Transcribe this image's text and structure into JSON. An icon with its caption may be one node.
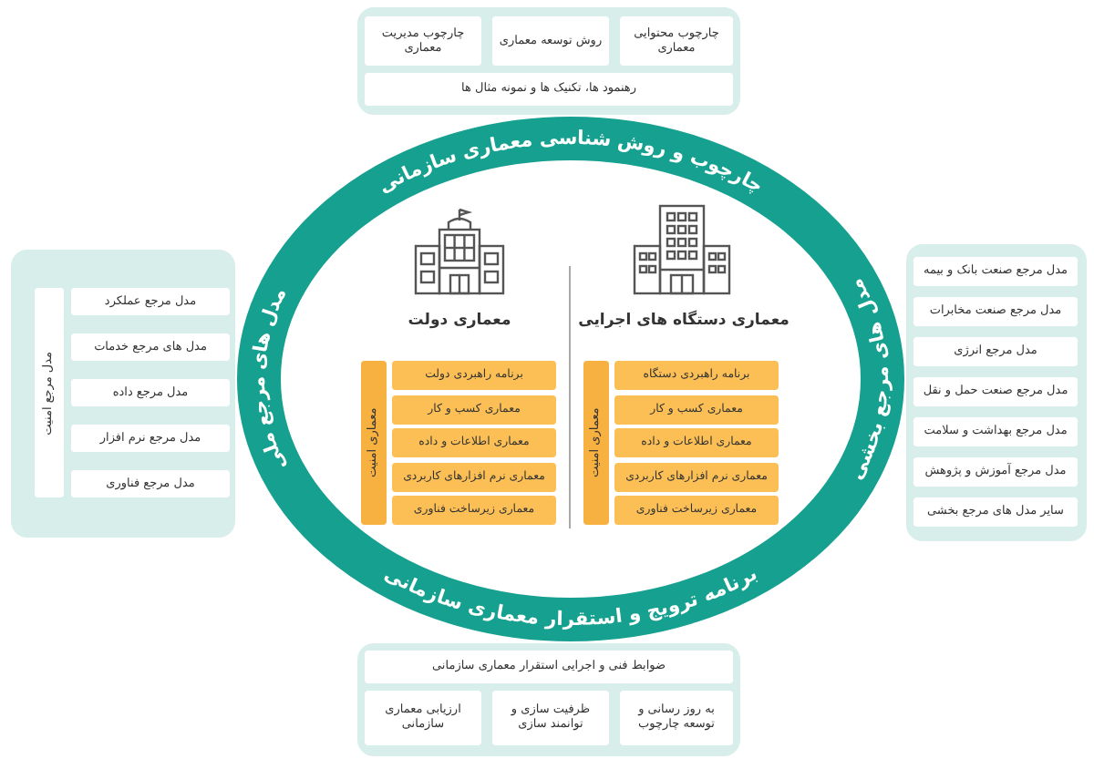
{
  "diagram": {
    "nodes": [
      {
        "text": [],
        "shape": "box"
      },
      {
        "text": [
          "چارچوب محتوایی معماری"
        ],
        "in": 0
      },
      {
        "text": [
          "روش توسعه معماری"
        ],
        "in": 0
      },
      {
        "text": [
          "چارچوب مدیریت معماری"
        ],
        "in": 0
      },
      {
        "text": [
          "رهنمود ها، تکنیک ها و نمونه مثال ها"
        ],
        "in": 0
      },
      {
        "text": [
          "چارچوب و روش شناسی معماری سازمانی",
          "مدل های مرجع بخشی",
          "برنامه ترویج و استقرار معماری سازمانی",
          "مدل های مرجع ملی"
        ]
      },
      {
        "text": [],
        "shape": "box"
      },
      {
        "text": [
          "مدل مرجع صنعت بانک و بیمه"
        ],
        "in": 6
      },
      {
        "text": [
          "مدل مرجع صنعت مخابرات"
        ],
        "in": 6
      },
      {
        "text": [
          "مدل مرجع انرژی"
        ],
        "in": 6
      },
      {
        "text": [
          "مدل مرجع صنعت حمل و نقل"
        ],
        "in": 6
      },
      {
        "text": [
          "مدل مرجع بهداشت و سلامت"
        ],
        "in": 6
      },
      {
        "text": [
          "مدل مرجع آموزش و پژوهش"
        ],
        "in": 6
      },
      {
        "text": [
          "سایر مدل های مرجع بخشی"
        ],
        "in": 6
      },
      {
        "text": [
          "برنامه راهبردی دستگاه"
        ],
        "in": 5
      },
      {
        "text": [
          "معماری کسب و کار"
        ],
        "in": 5
      },
      {
        "text": [
          "معماری اطلاعات و داده"
        ],
        "in": 5
      },
      {
        "text": [
          "معماری نرم افزارهای کاربردی"
        ],
        "in": 5
      },
      {
        "text": [
          "معماری زیرساخت فناوری"
        ],
        "in": 5
      },
      {
        "text": [
          "معماری امنیت"
        ],
        "in": 5
      },
      {
        "text": [
          "برنامه راهبردی دولت"
        ],
        "in": 5
      },
      {
        "text": [
          "معماری کسب و کار"
        ],
        "in": 5
      },
      {
        "text": [
          "معماری اطلاعات و داده"
        ],
        "in": 5
      },
      {
        "text": [
          "معماری نرم افزارهای کاربردی"
        ],
        "in": 5
      },
      {
        "text": [
          "معماری زیرساخت فناوری"
        ],
        "in": 5
      },
      {
        "text": [
          "معماری امنیت"
        ],
        "in": 5
      },
      {
        "text": [],
        "shape": "box"
      },
      {
        "text": [
          "مدل مرجع عملکرد"
        ],
        "in": 26
      },
      {
        "text": [
          "مدل های مرجع خدمات"
        ],
        "in": 26
      },
      {
        "text": [
          "مدل مرجع داده"
        ],
        "in": 26
      },
      {
        "text": [
          "مدل مرجع نرم افزار"
        ],
        "in": 26
      },
      {
        "text": [
          "مدل مرجع فناوری"
        ],
        "in": 26
      },
      {
        "text": [
          "مدل مرجع امنیت"
        ],
        "in": 26
      },
      {
        "text": [],
        "shape": "box"
      },
      {
        "text": [
          "ضوابط فنی و اجرایی استقرار معماری سازمانی"
        ],
        "in": 33
      },
      {
        "text": [
          "به روز رسانی و توسعه چارچوب"
        ],
        "in": 33
      },
      {
        "text": [
          "ظرفیت سازی و توانمند سازی"
        ],
        "in": 33
      },
      {
        "text": [
          "ارزیابی معماری سازمانی"
        ],
        "in": 33
      }
    ],
    "labels": [
      "معماری دستگاه های اجرایی",
      "معماری دولت"
    ]
  }
}
